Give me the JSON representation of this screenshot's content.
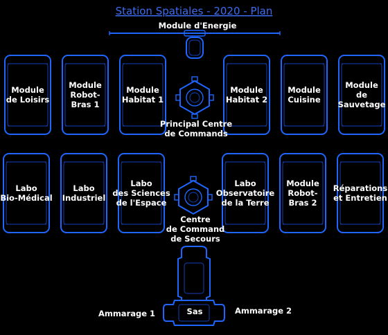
{
  "title": "Station Spatiales - 2020 - Plan",
  "power_module": {
    "label": "Module d'Energie"
  },
  "row1_modules": [
    {
      "id": "loisirs",
      "lines": [
        "Module",
        "de Loisirs"
      ]
    },
    {
      "id": "robot-bras-1",
      "lines": [
        "Module",
        "Robot-",
        "Bras 1"
      ]
    },
    {
      "id": "habitat-1",
      "lines": [
        "Module",
        "Habitat 1"
      ]
    },
    {
      "id": "habitat-2",
      "lines": [
        "Module",
        "Habitat 2"
      ]
    },
    {
      "id": "cuisine",
      "lines": [
        "Module",
        "Cuisine"
      ]
    },
    {
      "id": "sauvetage",
      "lines": [
        "Module",
        "de",
        "Sauvetage"
      ]
    }
  ],
  "principal_center": {
    "lines": [
      "Principal Centre",
      "de Commands"
    ]
  },
  "row2_modules": [
    {
      "id": "labo-bio",
      "lines": [
        "Labo",
        "Bio-Médical"
      ]
    },
    {
      "id": "labo-industriel",
      "lines": [
        "Labo",
        "Industriel"
      ]
    },
    {
      "id": "labo-sciences",
      "lines": [
        "Labo",
        "des Sciences",
        "de l'Espace"
      ]
    },
    {
      "id": "labo-observatoire",
      "lines": [
        "Labo",
        "Observatoire",
        "de la Terre"
      ]
    },
    {
      "id": "robot-bras-2",
      "lines": [
        "Module",
        "Robot-",
        "Bras 2"
      ]
    },
    {
      "id": "reparations",
      "lines": [
        "Réparations",
        "et Entretien"
      ]
    }
  ],
  "backup_center": {
    "lines": [
      "Centre",
      "de Command",
      "de Secours"
    ]
  },
  "airlock": {
    "label": "Sas"
  },
  "docking": {
    "left": "Ammarage 1",
    "right": "Ammarage 2"
  }
}
